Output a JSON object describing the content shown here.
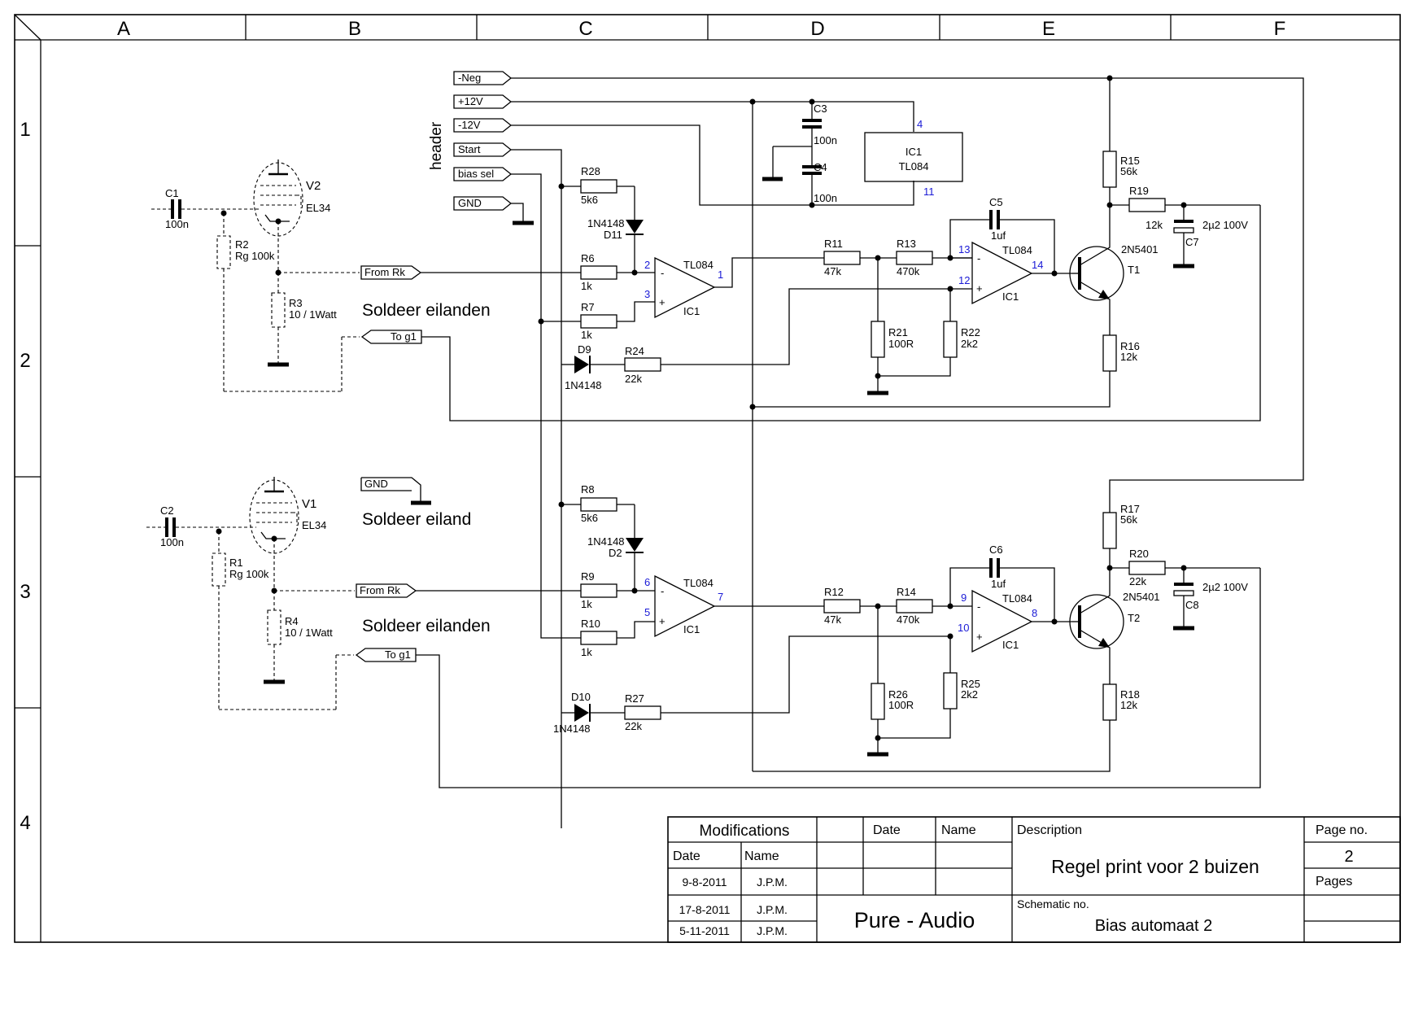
{
  "frame": {
    "columns": [
      "A",
      "B",
      "C",
      "D",
      "E",
      "F"
    ],
    "rows": [
      "1",
      "2",
      "3",
      "4"
    ]
  },
  "connectors": {
    "neg": "-Neg",
    "plus12": "+12V",
    "minus12": "-12V",
    "start": "Start",
    "bias_sel": "bias sel",
    "gnd_header": "GND",
    "header_label": "header",
    "gnd_solder": "GND",
    "from_rk_top": "From Rk",
    "to_g1_top": "To g1",
    "from_rk_bot": "From Rk",
    "to_g1_bot": "To g1"
  },
  "notes": {
    "solder_top": "Soldeer eilanden",
    "solder_mid": "Soldeer eiland",
    "solder_bot": "Soldeer eilanden"
  },
  "components": {
    "V2": {
      "ref": "V2",
      "type": "EL34"
    },
    "V1": {
      "ref": "V1",
      "type": "EL34"
    },
    "C1": {
      "ref": "C1",
      "value": "100n"
    },
    "C2": {
      "ref": "C2",
      "value": "100n"
    },
    "C3": {
      "ref": "C3",
      "value": "100n"
    },
    "C4": {
      "ref": "C4",
      "value": "100n"
    },
    "C5": {
      "ref": "C5",
      "value": "1uf"
    },
    "C6": {
      "ref": "C6",
      "value": "1uf"
    },
    "C7": {
      "ref": "C7",
      "value": "2µ2 100V"
    },
    "C8": {
      "ref": "C8",
      "value": "2µ2 100V"
    },
    "R1": {
      "ref": "R1",
      "value": "Rg 100k"
    },
    "R2": {
      "ref": "R2",
      "value": "Rg 100k"
    },
    "R3": {
      "ref": "R3",
      "value": "10 / 1Watt"
    },
    "R4": {
      "ref": "R4",
      "value": "10 / 1Watt"
    },
    "R6": {
      "ref": "R6",
      "value": "1k"
    },
    "R7": {
      "ref": "R7",
      "value": "1k"
    },
    "R8": {
      "ref": "R8",
      "value": "5k6"
    },
    "R9": {
      "ref": "R9",
      "value": "1k"
    },
    "R10": {
      "ref": "R10",
      "value": "1k"
    },
    "R11": {
      "ref": "R11",
      "value": "47k"
    },
    "R12": {
      "ref": "R12",
      "value": "47k"
    },
    "R13": {
      "ref": "R13",
      "value": "470k"
    },
    "R14": {
      "ref": "R14",
      "value": "470k"
    },
    "R15": {
      "ref": "R15",
      "value": "56k"
    },
    "R16": {
      "ref": "R16",
      "value": "12k"
    },
    "R17": {
      "ref": "R17",
      "value": "56k"
    },
    "R18": {
      "ref": "R18",
      "value": "12k"
    },
    "R19": {
      "ref": "R19",
      "value": "12k"
    },
    "R20": {
      "ref": "R20",
      "value": "22k"
    },
    "R21": {
      "ref": "R21",
      "value": "100R"
    },
    "R22": {
      "ref": "R22",
      "value": "2k2"
    },
    "R24": {
      "ref": "R24",
      "value": "22k"
    },
    "R25": {
      "ref": "R25",
      "value": "2k2"
    },
    "R26": {
      "ref": "R26",
      "value": "100R"
    },
    "R27": {
      "ref": "R27",
      "value": "22k"
    },
    "R28": {
      "ref": "R28",
      "value": "5k6"
    },
    "D2": {
      "ref": "D2",
      "type": "1N4148"
    },
    "D9": {
      "ref": "D9",
      "type": "1N4148"
    },
    "D10": {
      "ref": "D10",
      "type": "1N4148"
    },
    "D11": {
      "ref": "D11",
      "type": "1N4148"
    },
    "T1": {
      "ref": "T1",
      "type": "2N5401"
    },
    "T2": {
      "ref": "T2",
      "type": "2N5401"
    },
    "IC1": {
      "ref": "IC1",
      "type": "TL084"
    }
  },
  "pins": {
    "p1": "1",
    "p2": "2",
    "p3": "3",
    "p4": "4",
    "p5": "5",
    "p6": "6",
    "p7": "7",
    "p8": "8",
    "p9": "9",
    "p10": "10",
    "p11": "11",
    "p12": "12",
    "p13": "13",
    "p14": "14"
  },
  "opamp_sign": {
    "minus": "-",
    "plus": "+"
  },
  "title_block": {
    "modifications": "Modifications",
    "date_header": "Date",
    "name_header": "Name",
    "date_header2": "Date",
    "name_header2": "Name",
    "rows": [
      {
        "date": "9-8-2011",
        "name": "J.P.M."
      },
      {
        "date": "17-8-2011",
        "name": "J.P.M."
      },
      {
        "date": "5-11-2011",
        "name": "J.P.M."
      }
    ],
    "company": "Pure - Audio",
    "description_label": "Description",
    "description": "Regel print voor 2 buizen",
    "schematic_no_label": "Schematic no.",
    "schematic_no": "Bias automaat 2",
    "page_no_label": "Page no.",
    "page_no": "2",
    "pages_label": "Pages"
  }
}
